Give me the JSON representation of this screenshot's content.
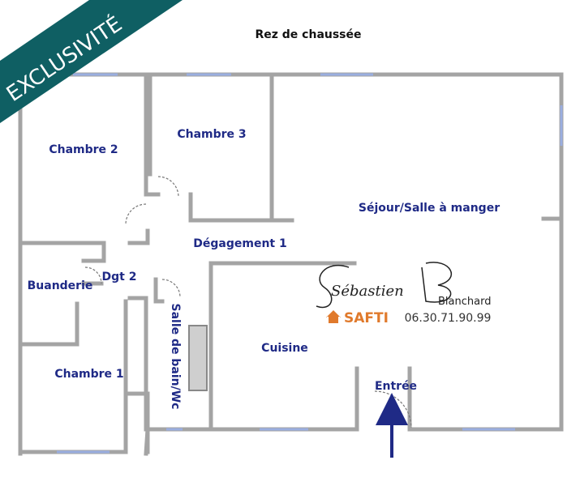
{
  "title": "Rez de chaussée",
  "banner": "EXCLUSIVITÉ",
  "rooms": {
    "chambre2": "Chambre 2",
    "chambre3": "Chambre 3",
    "sejour": "Séjour/Salle à manger",
    "degagement1": "Dégagement 1",
    "dgt2": "Dgt 2",
    "buanderie": "Buanderie",
    "chambre1": "Chambre 1",
    "salle_de_bain": "Salle de bain/Wc",
    "cuisine": "Cuisine",
    "entree": "Entrée"
  },
  "agent": {
    "name_first": "Sébastien",
    "name_last": "Blanchard",
    "brand": "SAFTI",
    "phone": "06.30.71.90.99"
  },
  "colors": {
    "wall": "#a4a4a4",
    "label": "#1f2a86",
    "banner": "#0f5f63",
    "arrow": "#1f2a86",
    "window": "#9aaee0",
    "brand": "#e07a2c"
  }
}
